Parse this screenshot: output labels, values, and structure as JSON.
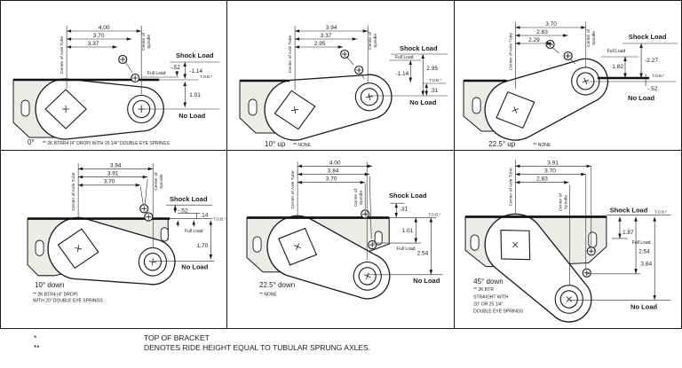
{
  "common": {
    "axle_label": "Center of Axle Tube",
    "spindle_label_1": "Center of",
    "spindle_label_2": "Spindle",
    "shock_load": "Shock Load",
    "full_load": "Full Load",
    "no_load": "No Load",
    "tob": "T.O.B.*"
  },
  "panels": [
    {
      "angle_label": "0°",
      "notes": [
        "** 2K BTRR4 (4\" DROP) WITH 25 1/4\" DOUBLE EYE SPRINGS"
      ],
      "dims": [
        "4.00",
        "3.70",
        "3.37"
      ],
      "values": [
        "-.52",
        "-1.14",
        "1.01"
      ]
    },
    {
      "angle_label": "10° up",
      "notes": [
        "** NONE"
      ],
      "dims": [
        "3.94",
        "3.37",
        "2.95"
      ],
      "values": [
        "2.95",
        "-1.14",
        ".31"
      ]
    },
    {
      "angle_label": "22.5° up",
      "notes": [
        "** NONE"
      ],
      "dims": [
        "3.70",
        "2.83",
        "2.29"
      ],
      "values": [
        "-2.27",
        "1.82",
        "-.52"
      ]
    },
    {
      "angle_label": "10° down",
      "notes": [
        "** 2K BTR4 (4\" DROP)",
        "WITH 20\" DOUBLE EYE SPRINGS"
      ],
      "dims": [
        "3.94",
        "3.91",
        "3.70"
      ],
      "values": [
        "-.52",
        ".14",
        "1.70"
      ]
    },
    {
      "angle_label": "22.5° down",
      "notes": [
        "** NONE"
      ],
      "dims": [
        "4.00",
        "3.84",
        "3.70"
      ],
      "values": [
        ".31",
        "1.01",
        "2.54"
      ]
    },
    {
      "angle_label": "45° down",
      "notes": [
        "** 2K BTR",
        "STRAIGHT WITH",
        "20\" OR 25 1/4\"",
        "DOUBLE EYE SPRINGS"
      ],
      "dims": [
        "3.91",
        "3.70",
        "2.83"
      ],
      "values": [
        "1.87",
        "2.54",
        "3.84"
      ]
    }
  ],
  "footnotes": {
    "rows": [
      {
        "marker": "*",
        "text": "TOP OF BRACKET"
      },
      {
        "marker": "**",
        "text": "DENOTES RIDE HEIGHT EQUAL TO TUBULAR SPRUNG AXLES."
      }
    ]
  }
}
